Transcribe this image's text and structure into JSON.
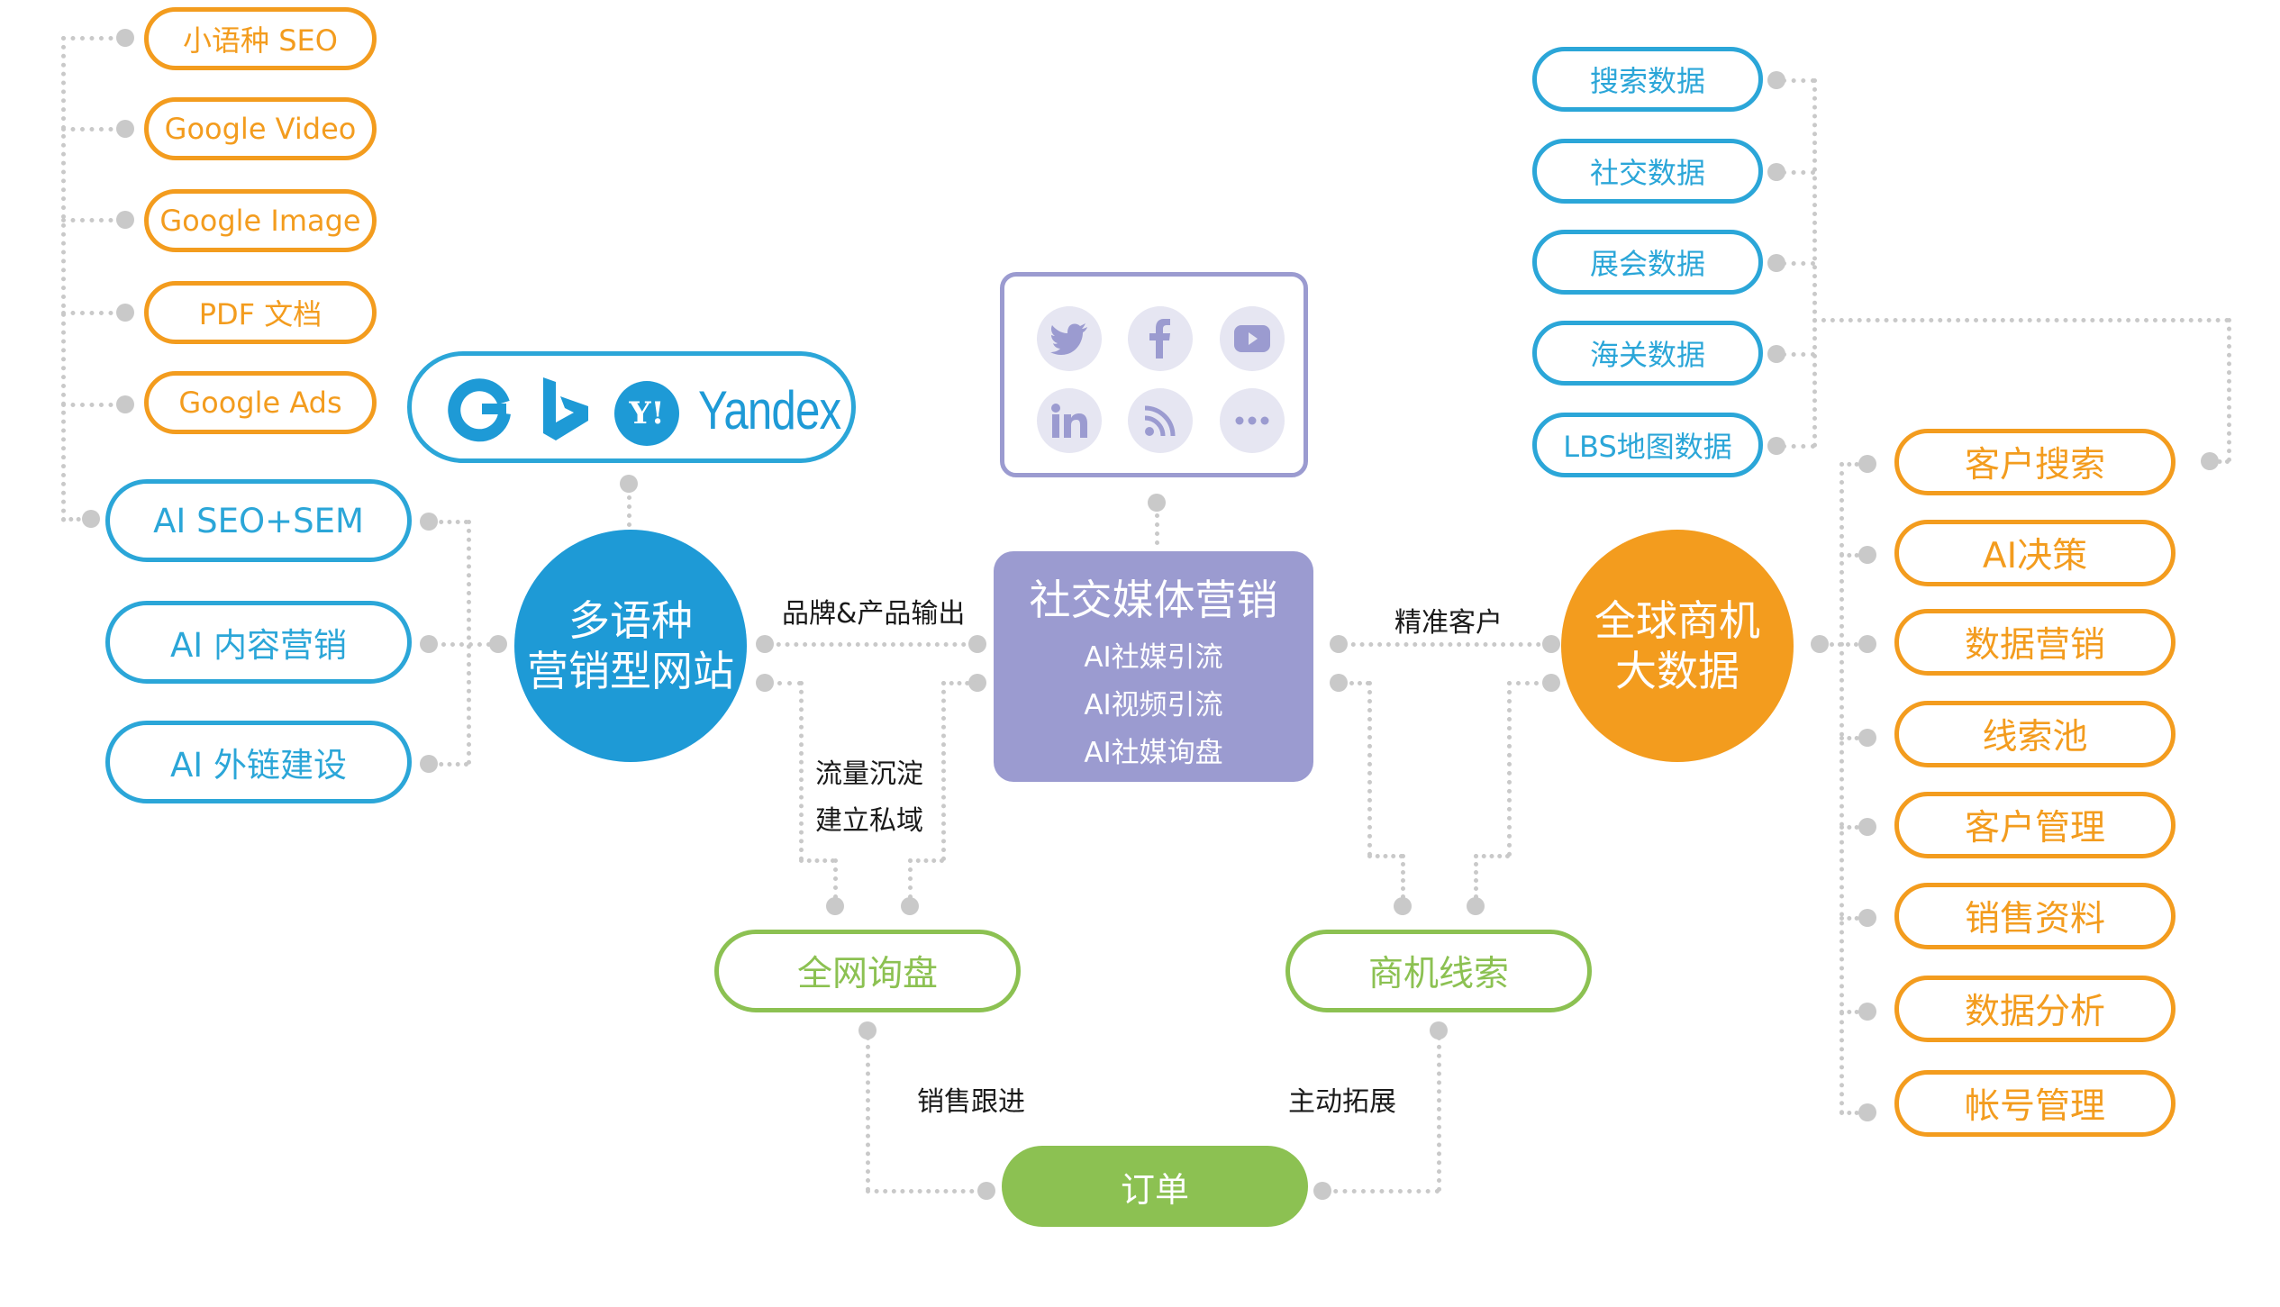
{
  "left_channels": [
    "小语种 SEO",
    "Google Video",
    "Google Image",
    "PDF 文档",
    "Google Ads"
  ],
  "ai_services": [
    "AI SEO+SEM",
    "AI 内容营销",
    "AI 外链建设"
  ],
  "search_engines": {
    "yandex": "Yandex",
    "yahoo_mark": "Y!"
  },
  "website_hub": {
    "line1": "多语种",
    "line2": "营销型网站"
  },
  "social_hub": {
    "title": "社交媒体营销",
    "items": [
      "AI社媒引流",
      "AI视频引流",
      "AI社媒询盘"
    ]
  },
  "bigdata_hub": {
    "line1": "全球商机",
    "line2": "大数据"
  },
  "data_sources": [
    "搜索数据",
    "社交数据",
    "展会数据",
    "海关数据",
    "LBS地图数据"
  ],
  "features": [
    "客户搜索",
    "AI决策",
    "数据营销",
    "线索池",
    "客户管理",
    "销售资料",
    "数据分析",
    "帐号管理"
  ],
  "flow_labels": {
    "brand_output": "品牌&产品输出",
    "traffic_line1": "流量沉淀",
    "traffic_line2": "建立私域",
    "precise": "精准客户",
    "sales_follow": "销售跟进",
    "expand": "主动拓展"
  },
  "inquiry": "全网询盘",
  "leads": "商机线索",
  "order": "订单",
  "social_icons": [
    "twitter-icon",
    "facebook-icon",
    "youtube-icon",
    "linkedin-icon",
    "rss-icon",
    "more-icon"
  ],
  "colors": {
    "orange": "#F39C1E",
    "blue": "#2BA6D8",
    "purple": "#9B9BD0",
    "green": "#8CC152",
    "connector": "#C9C9C9"
  }
}
